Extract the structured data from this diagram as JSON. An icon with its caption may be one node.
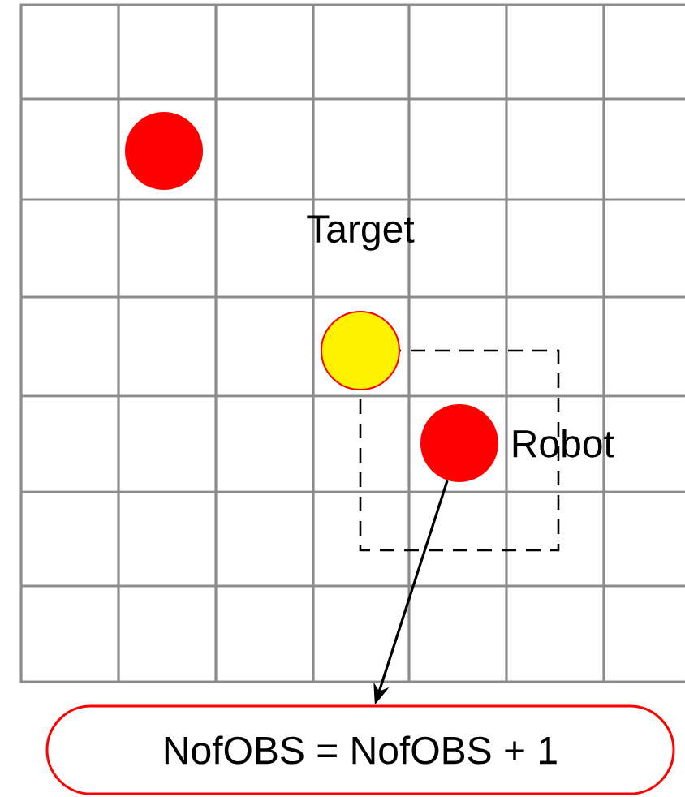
{
  "diagram": {
    "nodes": [
      {
        "text": [],
        "shape": "circle"
      },
      {
        "text": [],
        "shape": "circle",
        "beside": [
          "Target"
        ]
      },
      {
        "text": [],
        "shape": "circle",
        "beside": [
          "Robot"
        ]
      },
      {
        "text": [
          "NofOBS = NofOBS + 1"
        ]
      }
    ],
    "edges": [
      {
        "from": 2,
        "to": 3,
        "arrow": "to"
      }
    ]
  }
}
